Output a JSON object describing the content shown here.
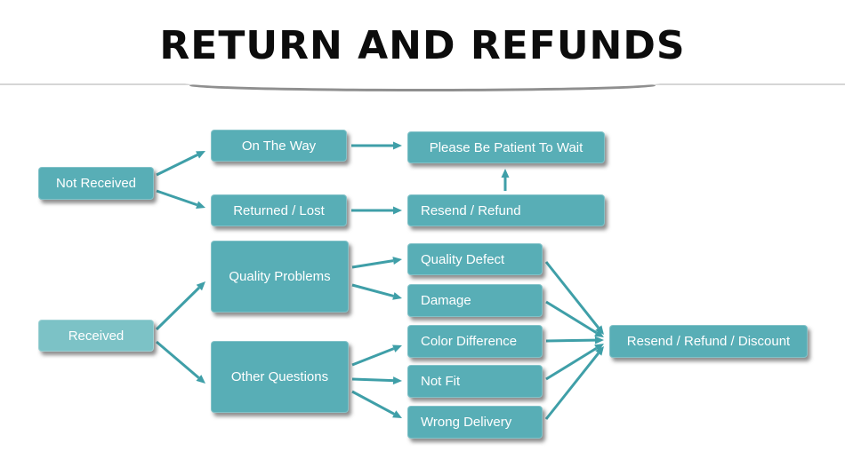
{
  "title": "RETURN AND REFUNDS",
  "diagram": {
    "nodes": {
      "not_received": {
        "label": "Not Received"
      },
      "on_the_way": {
        "label": "On The Way"
      },
      "please_be_patient_to_wait": {
        "label": "Please Be Patient To Wait"
      },
      "returned_lost": {
        "label": "Returned / Lost"
      },
      "resend_refund": {
        "label": "Resend / Refund"
      },
      "received": {
        "label": "Received"
      },
      "quality_problems": {
        "label": "Quality Problems"
      },
      "quality_defect": {
        "label": "Quality Defect"
      },
      "damage": {
        "label": "Damage"
      },
      "other_questions": {
        "label": "Other Questions"
      },
      "color_difference": {
        "label": "Color Difference"
      },
      "not_fit": {
        "label": "Not Fit"
      },
      "wrong_delivery": {
        "label": "Wrong Delivery"
      },
      "resend_refund_discount": {
        "label": "Resend / Refund / Discount"
      }
    },
    "edges": [
      {
        "from": "not_received",
        "to": "on_the_way"
      },
      {
        "from": "not_received",
        "to": "returned_lost"
      },
      {
        "from": "on_the_way",
        "to": "please_be_patient_to_wait"
      },
      {
        "from": "returned_lost",
        "to": "resend_refund"
      },
      {
        "from": "resend_refund",
        "to": "please_be_patient_to_wait"
      },
      {
        "from": "received",
        "to": "quality_problems"
      },
      {
        "from": "received",
        "to": "other_questions"
      },
      {
        "from": "quality_problems",
        "to": "quality_defect"
      },
      {
        "from": "quality_problems",
        "to": "damage"
      },
      {
        "from": "other_questions",
        "to": "color_difference"
      },
      {
        "from": "other_questions",
        "to": "not_fit"
      },
      {
        "from": "other_questions",
        "to": "wrong_delivery"
      },
      {
        "from": "quality_defect",
        "to": "resend_refund_discount"
      },
      {
        "from": "damage",
        "to": "resend_refund_discount"
      },
      {
        "from": "color_difference",
        "to": "resend_refund_discount"
      },
      {
        "from": "not_fit",
        "to": "resend_refund_discount"
      },
      {
        "from": "wrong_delivery",
        "to": "resend_refund_discount"
      }
    ],
    "colors": {
      "box": "#58aeb6",
      "box_received": "#7cc2c6",
      "arrow": "#3f9fa8",
      "title": "#0c0c0c",
      "divider": "#8f8f8f"
    }
  }
}
